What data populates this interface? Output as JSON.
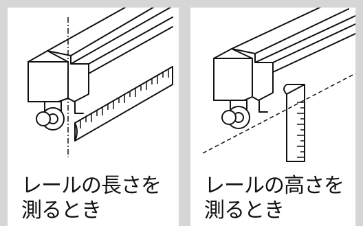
{
  "panels": [
    {
      "id": "length",
      "caption_line1": "レールの長さを",
      "caption_line2": "測るとき",
      "measurement": "rail-length"
    },
    {
      "id": "height",
      "caption_line1": "レールの高さを",
      "caption_line2": "測るとき",
      "measurement": "rail-height"
    }
  ],
  "colors": {
    "background": "#d6d6d6",
    "panel": "#ffffff",
    "ink": "#111111"
  }
}
